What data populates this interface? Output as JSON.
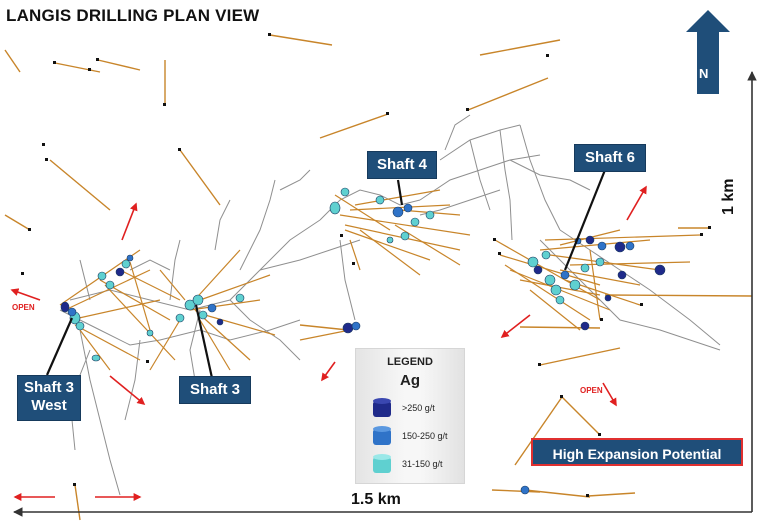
{
  "title": "LANGIS DRILLING PLAN VIEW",
  "north_label": "N",
  "scale": {
    "horizontal": "1.5 km",
    "vertical": "1 km"
  },
  "callouts": {
    "shaft3_west": [
      "Shaft 3",
      "West"
    ],
    "shaft3": "Shaft 3",
    "shaft4": "Shaft 4",
    "shaft6": "Shaft 6"
  },
  "open_labels": {
    "left": "OPEN",
    "right": "OPEN"
  },
  "legend": {
    "title": "LEGEND",
    "element": "Ag",
    "items": [
      {
        "label": ">250 g/t",
        "color": "#1f2a8a"
      },
      {
        "label": "150-250 g/t",
        "color": "#2f73c8"
      },
      {
        "label": "31-150 g/t",
        "color": "#5fd0d0"
      }
    ]
  },
  "expansion_label": "High Expansion Potential",
  "colors": {
    "callout": "#1f4e79",
    "drill": "#c8852a",
    "workings": "#8a8a8a",
    "arrow": "#e02020"
  }
}
